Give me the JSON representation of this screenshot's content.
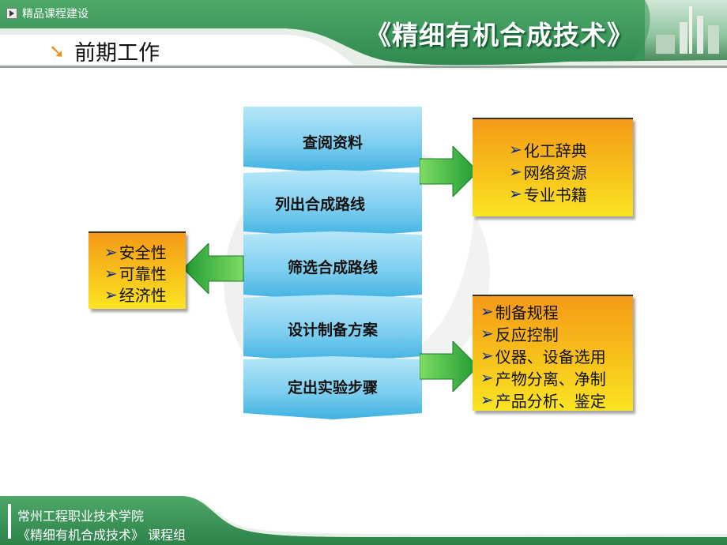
{
  "header": {
    "top_tag": "精品课程建设",
    "course_title": "《精细有机合成技术》",
    "section_title": "前期工作"
  },
  "flow": {
    "steps": [
      "查阅资料",
      "列出合成路线",
      "筛选合成路线",
      "设计制备方案",
      "定出实验步骤"
    ]
  },
  "callouts": {
    "resources": {
      "items": [
        "化工辞典",
        "网络资源",
        "专业书籍"
      ]
    },
    "criteria": {
      "items": [
        "安全性",
        "可靠性",
        "经济性"
      ]
    },
    "plan": {
      "items": [
        "制备规程",
        "反应控制",
        "仪器、设备选用",
        "产物分离、净制",
        "产品分析、鉴定"
      ]
    }
  },
  "footer": {
    "line1": "常州工程职业技术学院",
    "line2": "《精细有机合成技术》 课程组"
  },
  "colors": {
    "header_green": "#3f9a5e",
    "flow_blue_top": "#9fdcf4",
    "flow_blue_bottom": "#48b8e6",
    "arrow_green": "#33aa3c",
    "callout_orange": "#f59a18",
    "callout_yellow": "#fbe423",
    "bullet_blue": "#0b2b8a"
  },
  "icons": {
    "bullet": "arrow-right-bullet-icon",
    "section": "arrow-down-right-icon"
  }
}
